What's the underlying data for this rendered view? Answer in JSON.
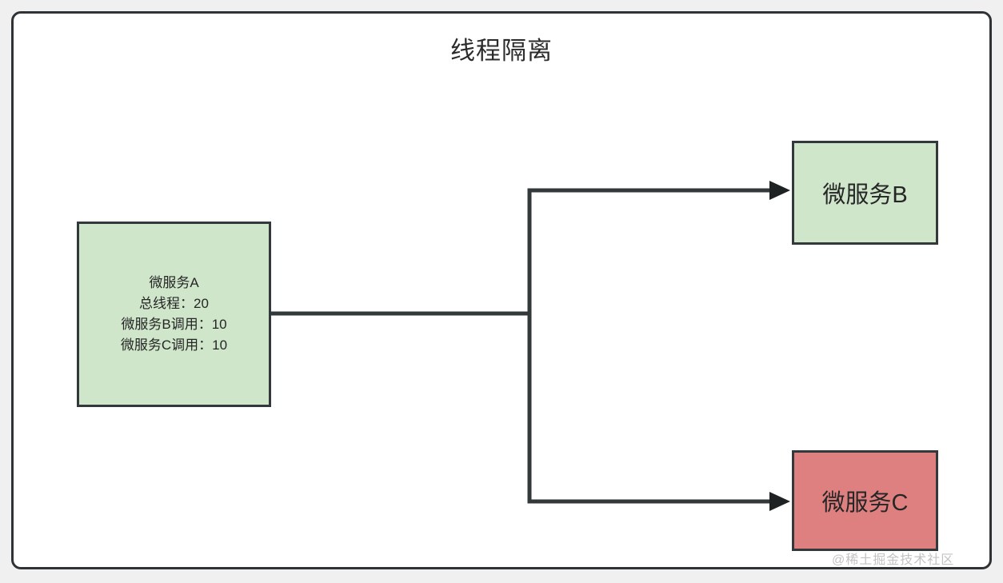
{
  "diagram": {
    "title": "线程隔离",
    "background_color": "#f0f0f0",
    "frame_color": "#2f3335",
    "edge_color": "#33383a",
    "nodes": [
      {
        "id": "node-a",
        "label": "微服务A",
        "fill": "#cfe6cb",
        "lines": [
          "微服务A",
          "总线程：20",
          "微服务B调用：10",
          "微服务C调用：10"
        ]
      },
      {
        "id": "node-b",
        "label": "微服务B",
        "fill": "#cfe6cb",
        "lines": [
          "微服务B"
        ]
      },
      {
        "id": "node-c",
        "label": "微服务C",
        "fill": "#df8080",
        "lines": [
          "微服务C"
        ]
      }
    ],
    "edges": [
      {
        "from": "微服务A",
        "to": "微服务B",
        "style": "orthogonal-arrow"
      },
      {
        "from": "微服务A",
        "to": "微服务C",
        "style": "orthogonal-arrow"
      }
    ],
    "watermark": "@稀土掘金技术社区"
  }
}
